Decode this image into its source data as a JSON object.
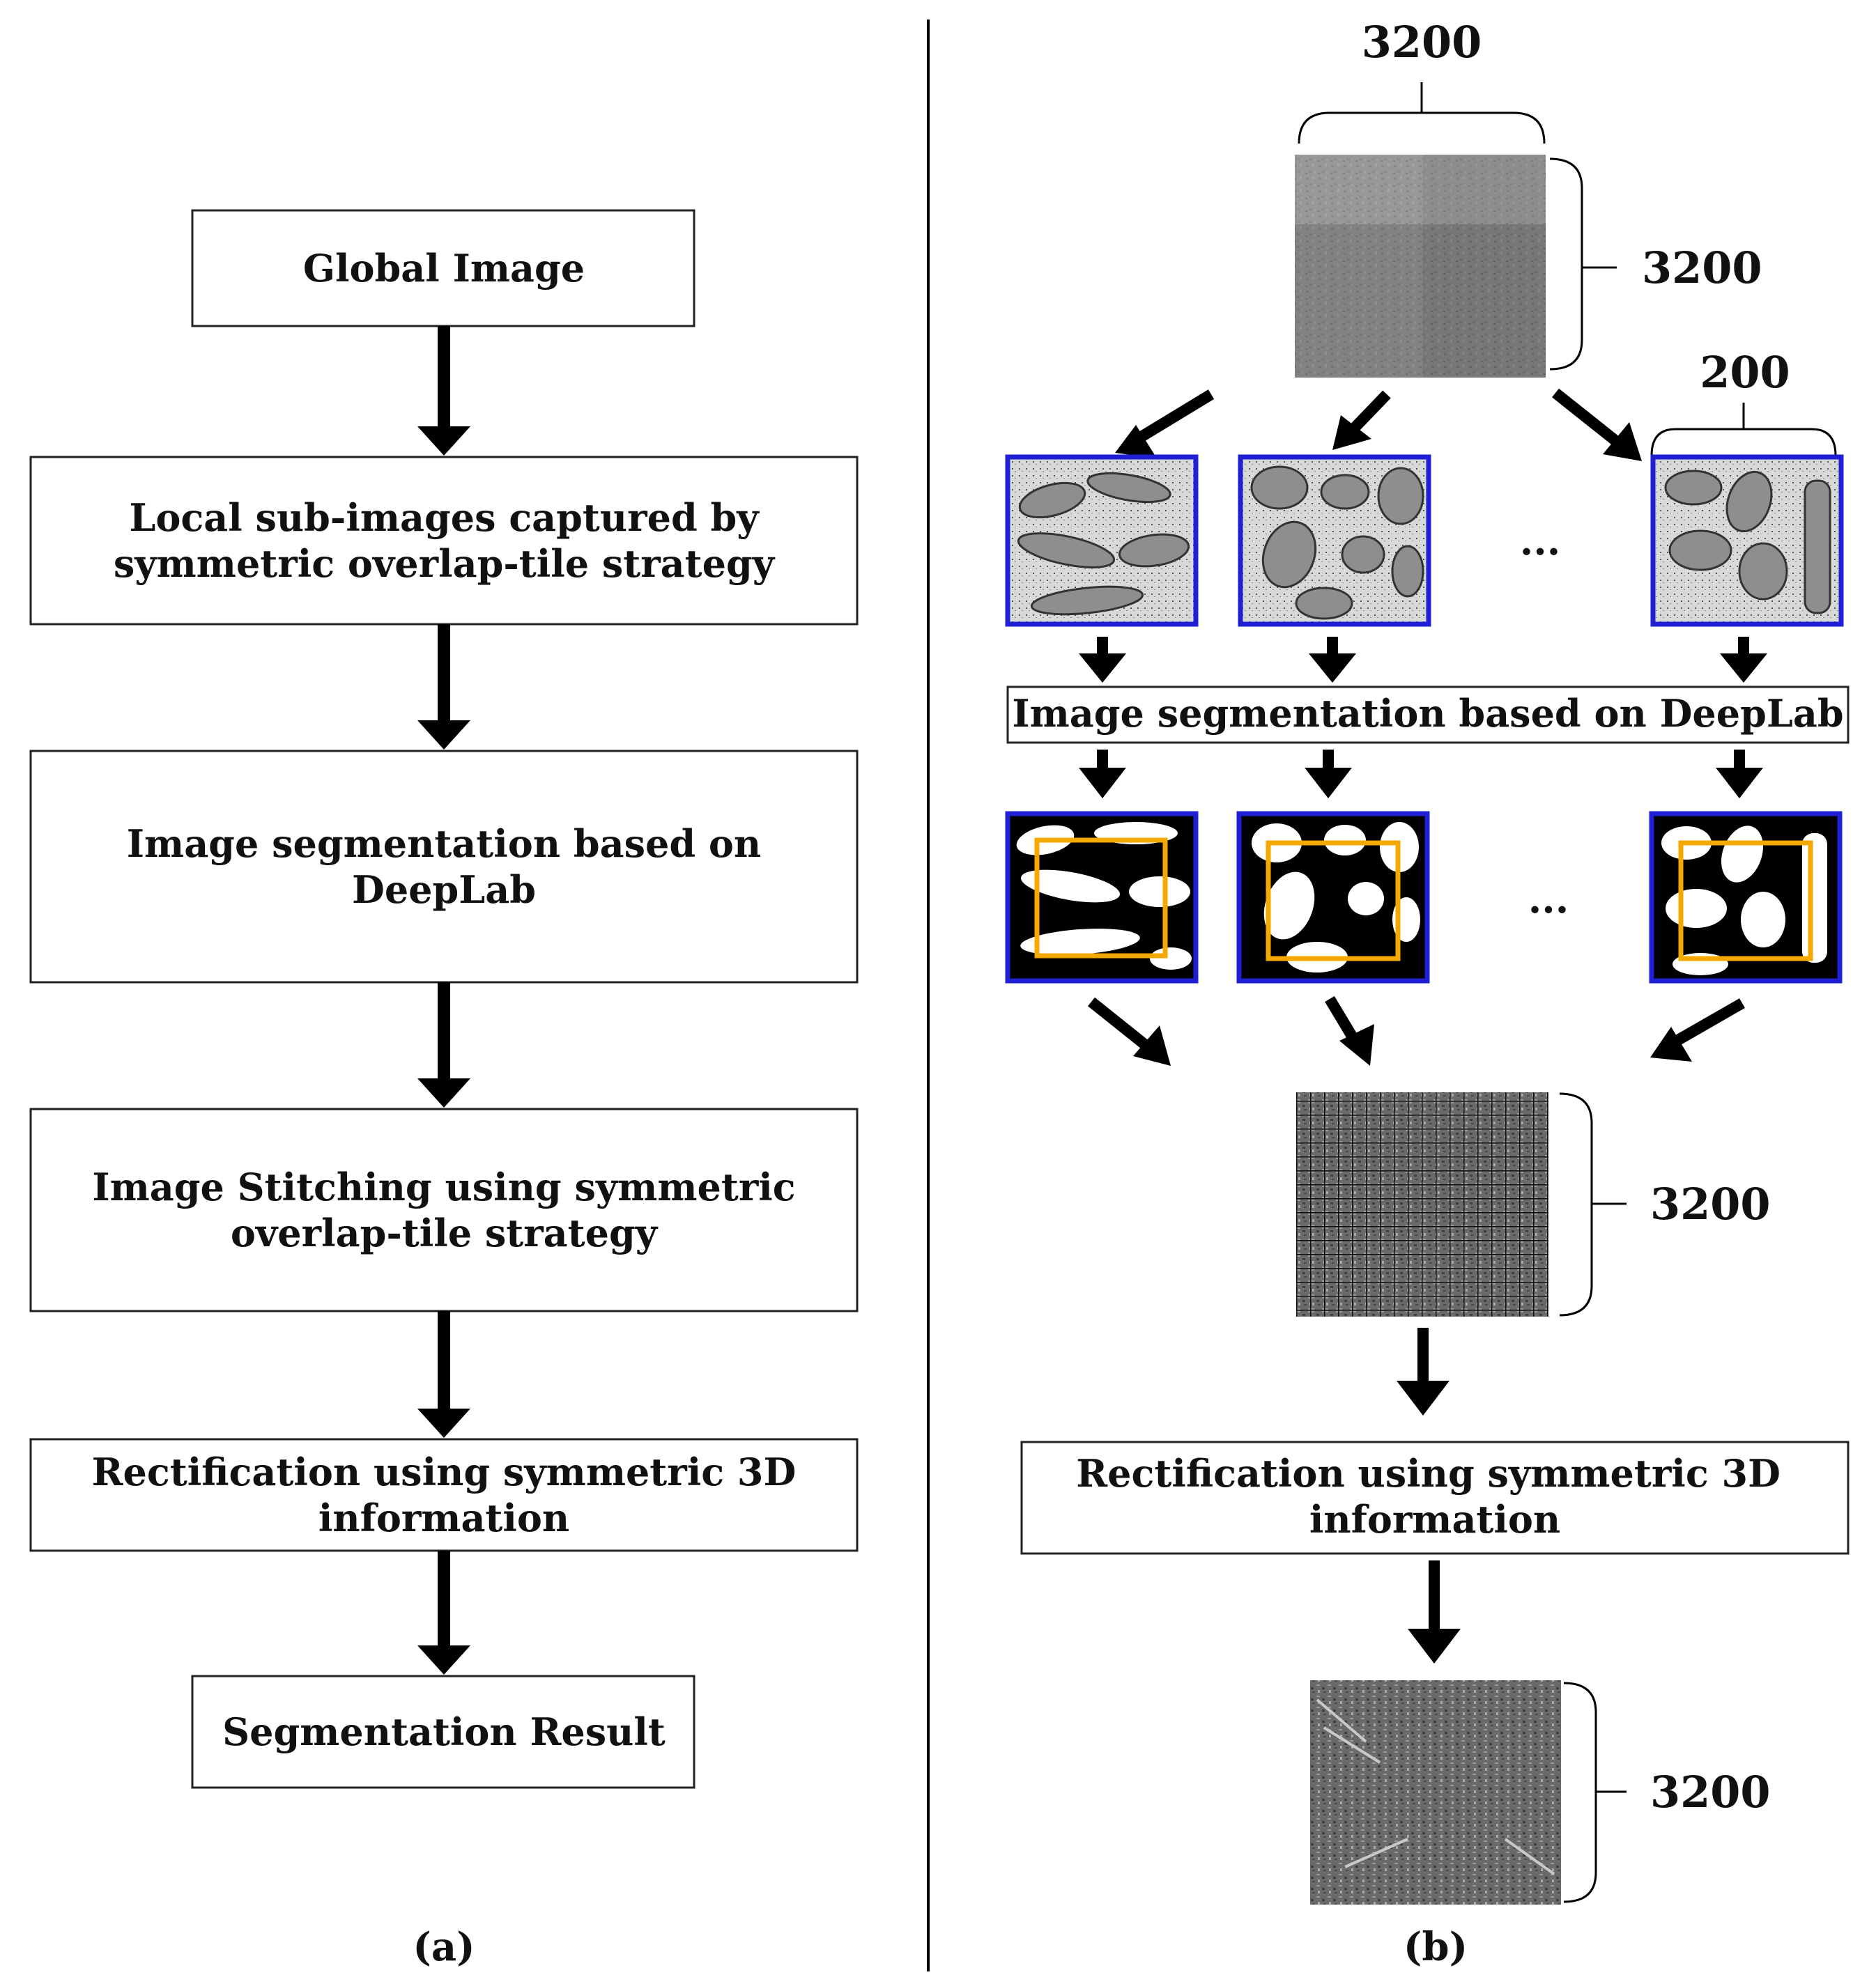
{
  "colors": {
    "tile_border": "#1f1fd6",
    "crop_box": "#f5a800",
    "arrow": "#000000",
    "box_border": "#222222"
  },
  "panel_a": {
    "label": "(a)",
    "steps": [
      {
        "lines": [
          "Global Image"
        ]
      },
      {
        "lines": [
          "Local sub-images captured by",
          "symmetric overlap-tile strategy"
        ]
      },
      {
        "lines": [
          "Image segmentation based on",
          "DeepLab"
        ]
      },
      {
        "lines": [
          "Image Stitching using symmetric",
          "overlap-tile strategy"
        ]
      },
      {
        "lines": [
          "Rectification using symmetric 3D",
          "information"
        ]
      },
      {
        "lines": [
          "Segmentation Result"
        ]
      }
    ]
  },
  "panel_b": {
    "label": "(b)",
    "global_width_label": "3200",
    "global_height_label": "3200",
    "tile_size_label": "200",
    "ellipsis_1": "...",
    "ellipsis_2": "...",
    "segmentation_box": "Image segmentation based on DeepLab",
    "stitched_size_label": "3200",
    "rectification_lines": [
      "Rectification using symmetric 3D",
      "information"
    ],
    "result_size_label": "3200"
  }
}
